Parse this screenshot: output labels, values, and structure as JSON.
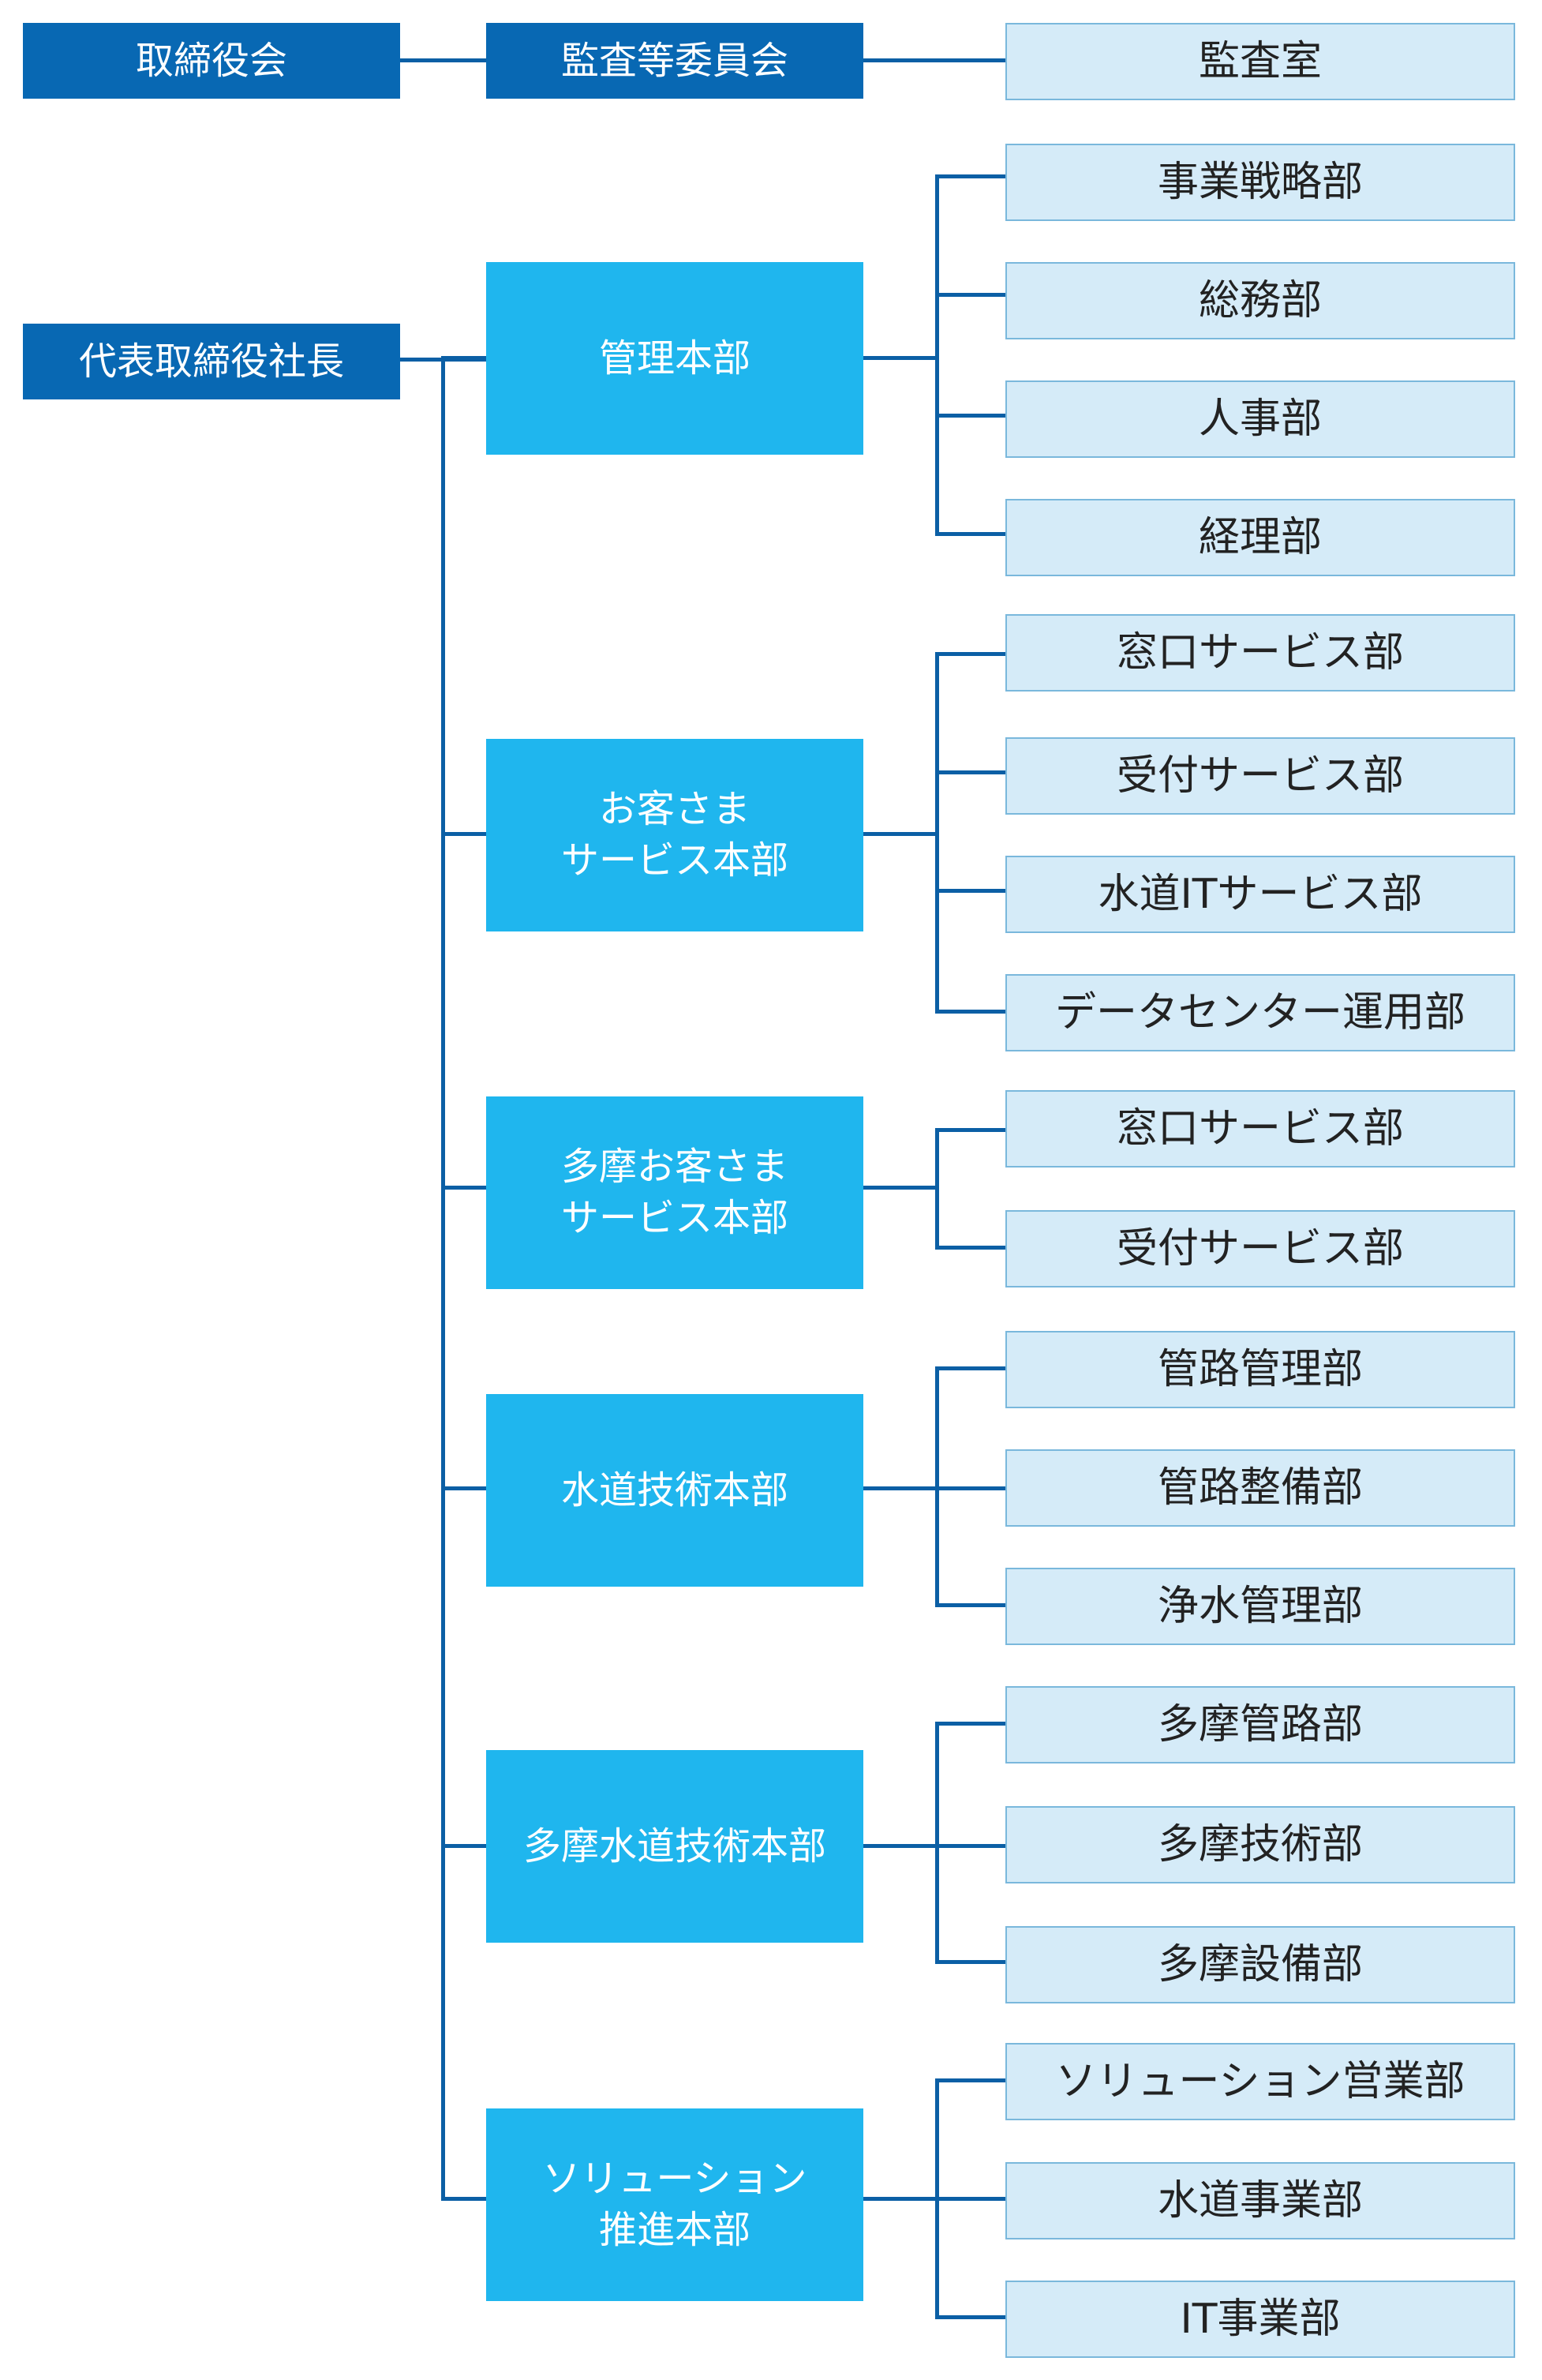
{
  "top_row": {
    "board": "取締役会",
    "audit_committee": "監査等委員会",
    "audit_office": "監査室"
  },
  "president": "代表取締役社長",
  "divisions": [
    {
      "name": [
        "管理本部"
      ],
      "departments": [
        "事業戦略部",
        "総務部",
        "人事部",
        "経理部"
      ]
    },
    {
      "name": [
        "お客さま",
        "サービス本部"
      ],
      "departments": [
        "窓口サービス部",
        "受付サービス部",
        "水道ITサービス部",
        "データセンター運用部"
      ]
    },
    {
      "name": [
        "多摩お客さま",
        "サービス本部"
      ],
      "departments": [
        "窓口サービス部",
        "受付サービス部"
      ]
    },
    {
      "name": [
        "水道技術本部"
      ],
      "departments": [
        "管路管理部",
        "管路整備部",
        "浄水管理部"
      ]
    },
    {
      "name": [
        "多摩水道技術本部"
      ],
      "departments": [
        "多摩管路部",
        "多摩技術部",
        "多摩設備部"
      ]
    },
    {
      "name": [
        "ソリューション",
        "推進本部"
      ],
      "departments": [
        "ソリューション営業部",
        "水道事業部",
        "IT事業部"
      ]
    }
  ],
  "colors": {
    "dark_box": "#0868b3",
    "division_box": "#1fb6ee",
    "department_box": "#d5ebf8",
    "department_border": "#7ab8dc",
    "connector": "#0b5fa5"
  }
}
